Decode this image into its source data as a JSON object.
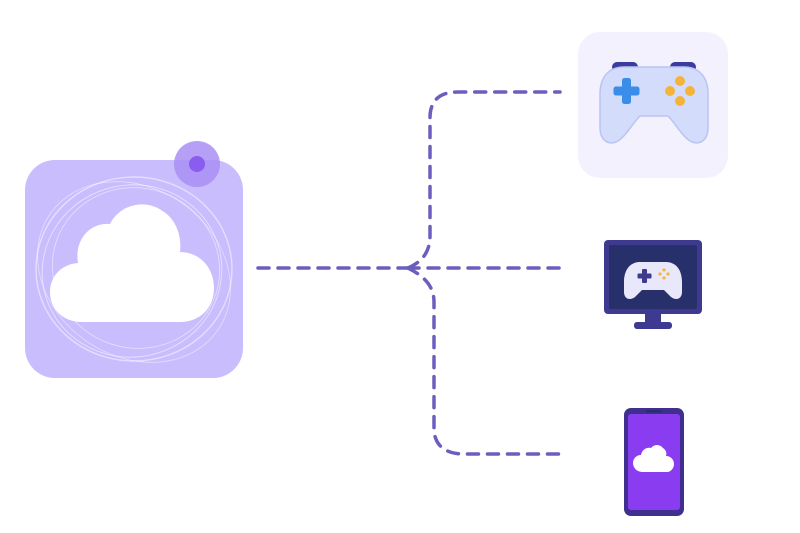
{
  "colors": {
    "background": "#ffffff",
    "connector": "#6a5fbf",
    "cloud_tile": "#c9bdfd",
    "cloud_badge": "#a98ff5",
    "cloud_badge_dot": "#8a5cf0",
    "cloud": "#ffffff",
    "controller_tile": "#f3f1fd",
    "controller_body": "#d3dcfb",
    "controller_outline": "#b9c4f2",
    "controller_bumper": "#3c3ba0",
    "dpad": "#3a8de8",
    "face_buttons": "#f4b43a",
    "monitor_frame": "#3d3a8f",
    "monitor_screen": "#27306a",
    "phone_frame": "#3f2f8f",
    "phone_screen": "#8a3cf0"
  },
  "nodes": {
    "source": {
      "icon": "cloud-icon",
      "badge": "status-dot-icon"
    },
    "targets": [
      {
        "icon": "game-controller-icon"
      },
      {
        "icon": "monitor-controller-icon"
      },
      {
        "icon": "smartphone-cloud-icon"
      }
    ]
  },
  "connector": {
    "style": "dashed",
    "shape": "brace",
    "branches": 3
  }
}
